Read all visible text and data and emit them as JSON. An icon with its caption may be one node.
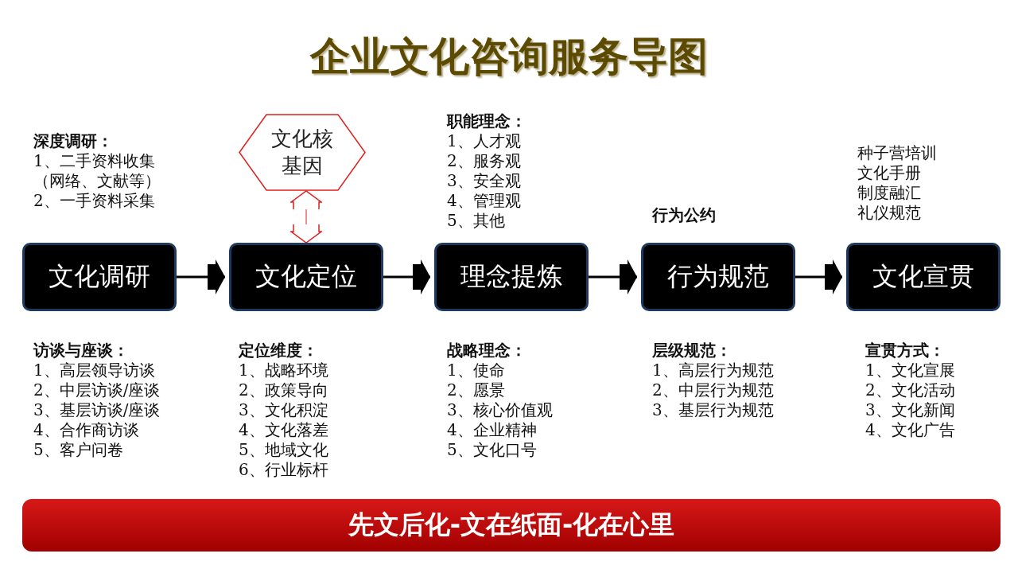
{
  "diagram": {
    "title": "企业文化咨询服务导图",
    "nodes": [
      {
        "text": [
          "文化调研"
        ]
      },
      {
        "text": [
          "文化定位"
        ]
      },
      {
        "text": [
          "理念提炼"
        ]
      },
      {
        "text": [
          "行为规范"
        ]
      },
      {
        "text": [
          "文化宣贯"
        ]
      },
      {
        "text": [
          "文化核基因"
        ]
      },
      {
        "text": [
          "先文后化-文在纸面-化在心里"
        ]
      }
    ],
    "edges": [
      {
        "from": 0,
        "to": 1,
        "arrow": "to"
      },
      {
        "from": 1,
        "to": 2,
        "arrow": "to"
      },
      {
        "from": 2,
        "to": 3,
        "arrow": "to"
      },
      {
        "from": 3,
        "to": 4,
        "arrow": "to"
      },
      {
        "from": 5,
        "to": 1,
        "arrow": "both",
        "color": "#e02020"
      }
    ],
    "labels": [
      "深度调研：",
      "1、二手资料收集",
      "（网络、文献等）",
      "2、一手资料采集",
      "职能理念：",
      "1、人才观",
      "2、服务观",
      "3、安全观",
      "4、管理观",
      "5、其他",
      "行为公约",
      "种子营培训",
      "文化手册",
      "制度融汇",
      "礼仪规范",
      "访谈与座谈：",
      "1、高层领导访谈",
      "2、中层访谈/座谈",
      "3、基层访谈/座谈",
      "4、合作商访谈",
      "5、客户问卷",
      "定位维度：",
      "1、战略环境",
      "2、政策导向",
      "3、文化积淀",
      "4、文化落差",
      "5、地域文化",
      "6、行业标杆",
      "战略理念：",
      "1、使命",
      "2、愿景",
      "3、核心价值观",
      "4、企业精神",
      "5、文化口号",
      "层级规范：",
      "1、高层行为规范",
      "2、中层行为规范",
      "3、基层行为规范",
      "宣贯方式：",
      "1、文化宣展",
      "2、文化活动",
      "3、文化新闻",
      "4、文化广告"
    ]
  }
}
